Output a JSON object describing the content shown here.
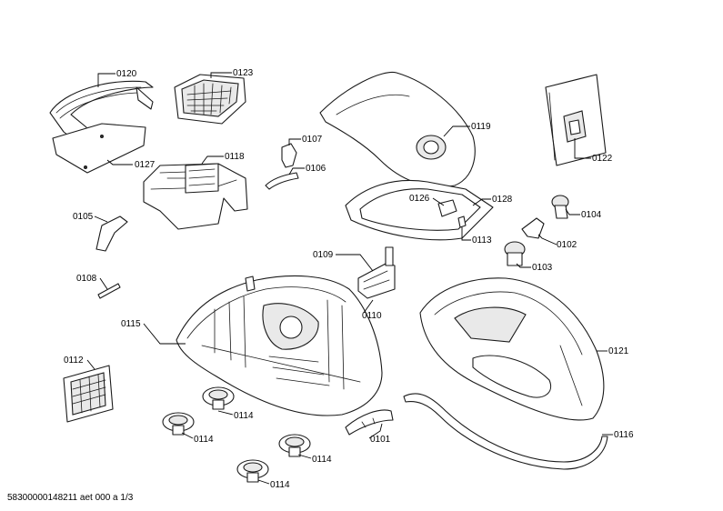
{
  "labels": {
    "p0120": "0120",
    "p0123": "0123",
    "p0127": "0127",
    "p0118": "0118",
    "p0107": "0107",
    "p0106": "0106",
    "p0119": "0119",
    "p0122": "0122",
    "p0105": "0105",
    "p0126": "0126",
    "p0128": "0128",
    "p0104": "0104",
    "p0113": "0113",
    "p0102": "0102",
    "p0109": "0109",
    "p0103": "0103",
    "p0108": "0108",
    "p0110": "0110",
    "p0115": "0115",
    "p0121": "0121",
    "p0112": "0112",
    "p0114a": "0114",
    "p0114b": "0114",
    "p0114c": "0114",
    "p0114d": "0114",
    "p0101": "0101",
    "p0116": "0116"
  },
  "footer": "58300000148211 aet 000 a 1/3"
}
